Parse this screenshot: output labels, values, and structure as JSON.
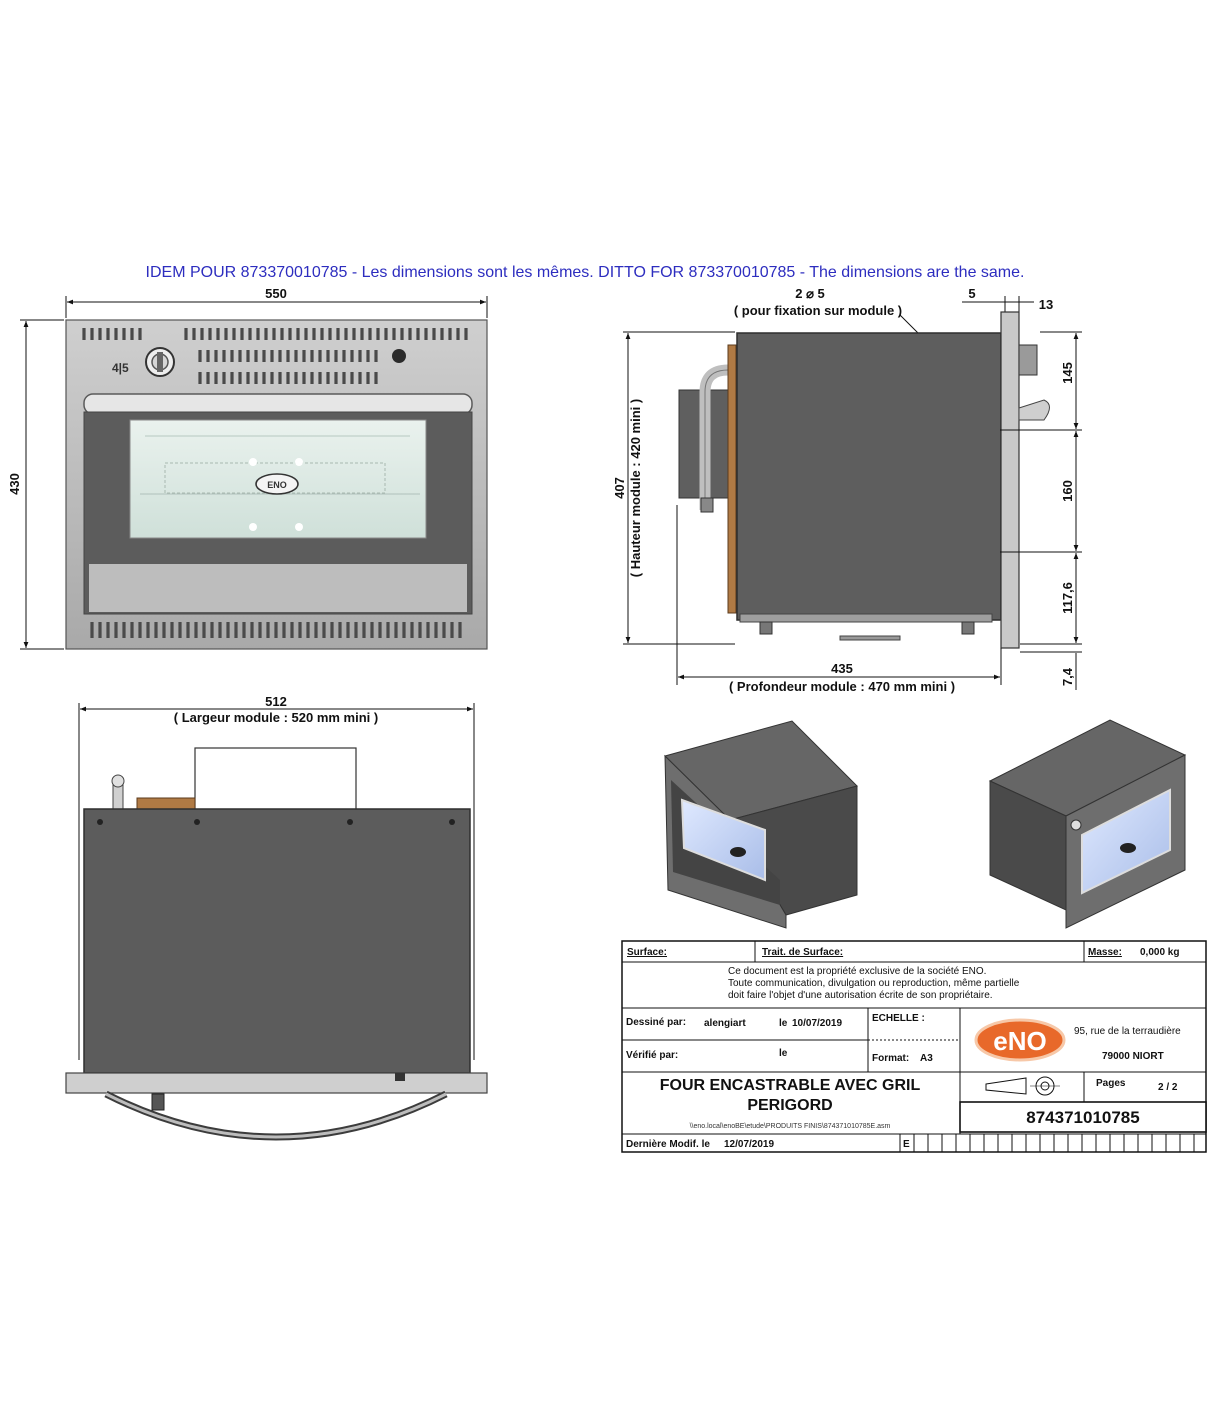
{
  "notice": "IDEM POUR 873370010785 - Les dimensions sont les mêmes.  DITTO FOR 873370010785 - The dimensions are the same.",
  "front_view": {
    "width_label": "550",
    "height_label": "430",
    "knob_marks": "4|5",
    "door_logo": "ENO"
  },
  "side_view": {
    "holes_label": "2 ⌀ 5",
    "holes_note": "( pour fixation sur module )",
    "dim_5": "5",
    "dim_13": "13",
    "height_label": "407",
    "height_note": "( Hauteur module : 420 mini )",
    "dim_145": "145",
    "dim_160": "160",
    "dim_117_6": "117,6",
    "dim_7_4": "7,4",
    "depth_label": "435",
    "depth_note": "( Profondeur module : 470 mm mini )"
  },
  "top_view": {
    "width_label": "512",
    "width_note": "( Largeur module : 520 mm mini )"
  },
  "title_block": {
    "surface_label": "Surface:",
    "treatment_label": "Trait. de Surface:",
    "mass_label": "Masse:",
    "mass_value": "0,000 kg",
    "ownership_line1": "Ce document est la propriété exclusive de la société ENO.",
    "ownership_line2": "Toute communication, divulgation ou reproduction, même partielle",
    "ownership_line3": "doit faire l'objet d'une autorisation écrite de son propriétaire.",
    "drawn_by_label": "Dessiné par:",
    "drawn_by_value": "alengiart",
    "drawn_date_prefix": "le",
    "drawn_date": "10/07/2019",
    "checked_by_label": "Vérifié par:",
    "checked_date_prefix": "le",
    "scale_label": "ECHELLE :",
    "format_label": "Format:",
    "format_value": "A3",
    "company_logo": "eNO",
    "address_line1": "95, rue de la terraudière",
    "address_line2": "79000 NIORT",
    "title_line1": "FOUR ENCASTRABLE AVEC GRIL",
    "title_line2": "PERIGORD",
    "file_path": "\\\\eno.local\\enoBE\\etude\\PRODUITS FINIS\\874371010785E.asm",
    "pages_label": "Pages",
    "pages_value": "2 / 2",
    "reference": "874371010785",
    "last_modified_label": "Dernière Modif. le",
    "last_modified_value": "12/07/2019",
    "revision": "E"
  }
}
